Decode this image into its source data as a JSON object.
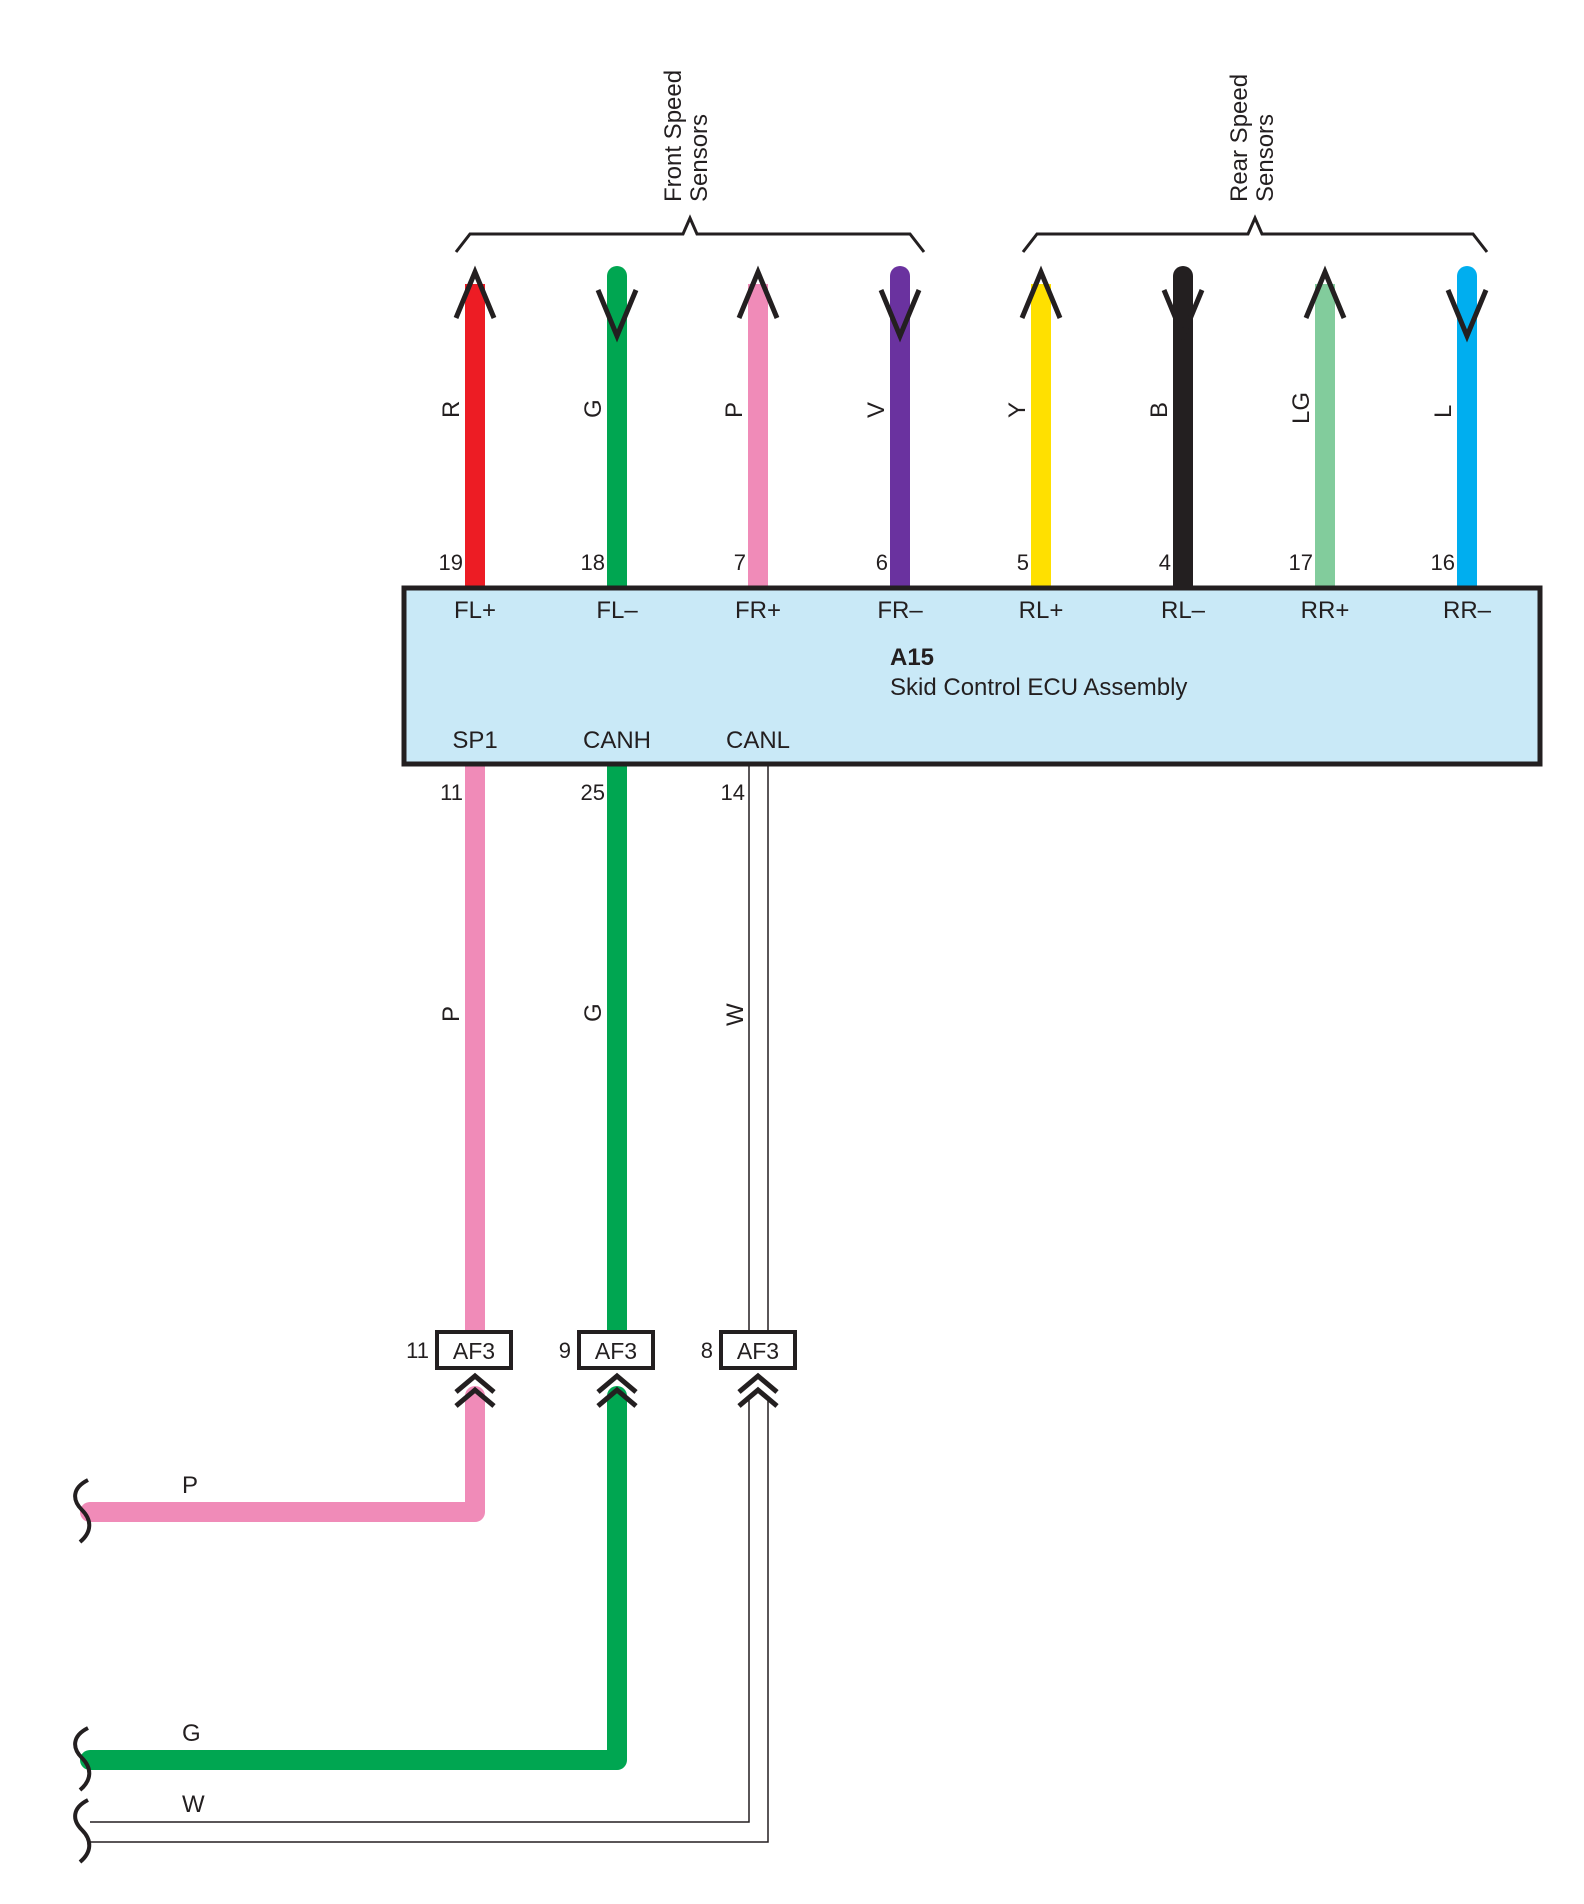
{
  "groups": {
    "front": [
      "Front Speed",
      "Sensors"
    ],
    "rear": [
      "Rear Speed",
      "Sensors"
    ]
  },
  "ecu": {
    "id": "A15",
    "name": "Skid Control ECU Assembly",
    "fill": "#c9e9f7"
  },
  "top_wires": [
    {
      "code": "R",
      "pin": "19",
      "signal": "FL+",
      "color": "#ed1c24",
      "dir": "up"
    },
    {
      "code": "G",
      "pin": "18",
      "signal": "FL–",
      "color": "#00a651",
      "dir": "down"
    },
    {
      "code": "P",
      "pin": "7",
      "signal": "FR+",
      "color": "#f08bb8",
      "dir": "up"
    },
    {
      "code": "V",
      "pin": "6",
      "signal": "FR–",
      "color": "#6a329f",
      "dir": "down"
    },
    {
      "code": "Y",
      "pin": "5",
      "signal": "RL+",
      "color": "#ffe000",
      "dir": "up"
    },
    {
      "code": "B",
      "pin": "4",
      "signal": "RL–",
      "color": "#231f20",
      "dir": "down"
    },
    {
      "code": "LG",
      "pin": "17",
      "signal": "RR+",
      "color": "#82cc9c",
      "dir": "up"
    },
    {
      "code": "L",
      "pin": "16",
      "signal": "RR–",
      "color": "#00aeef",
      "dir": "down"
    }
  ],
  "bottom_wires": [
    {
      "code": "P",
      "pin": "11",
      "signal": "SP1",
      "color": "#f08bb8",
      "connector": "AF3",
      "connector_pin": "11",
      "left_code": "P"
    },
    {
      "code": "G",
      "pin": "25",
      "signal": "CANH",
      "color": "#00a651",
      "connector": "AF3",
      "connector_pin": "9",
      "left_code": "G"
    },
    {
      "code": "W",
      "pin": "14",
      "signal": "CANL",
      "color": "#ffffff",
      "connector": "AF3",
      "connector_pin": "8",
      "left_code": "W"
    }
  ]
}
